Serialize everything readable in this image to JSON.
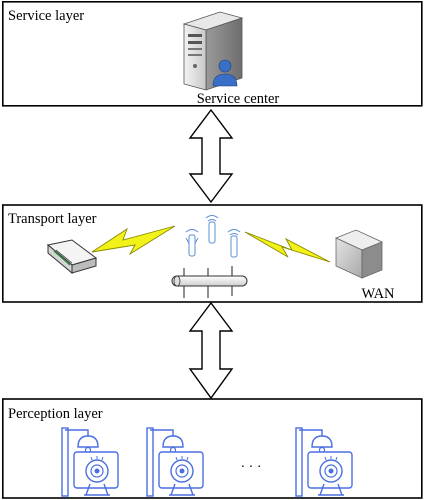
{
  "layers": {
    "service": {
      "title": "Service layer",
      "node_label": "Service center"
    },
    "transport": {
      "title": "Transport layer",
      "wan_label": "WAN"
    },
    "perception": {
      "title": "Perception layer",
      "ellipsis": "· · ·"
    }
  },
  "colors": {
    "lightning_fill": "#f2f21a",
    "lightning_stroke": "#8a8a00",
    "device_blue": "#4a6fe0",
    "antenna_blue": "#5b8fd6"
  },
  "icons": {
    "server": "server-with-user-icon",
    "router": "router-icon",
    "wan": "wan-cube-icon",
    "antenna": "antenna-icon",
    "bus": "network-bus-icon",
    "camera": "camera-sensor-icon",
    "lamp": "lamp-icon",
    "arrow": "double-arrow-icon",
    "lightning": "lightning-icon"
  }
}
